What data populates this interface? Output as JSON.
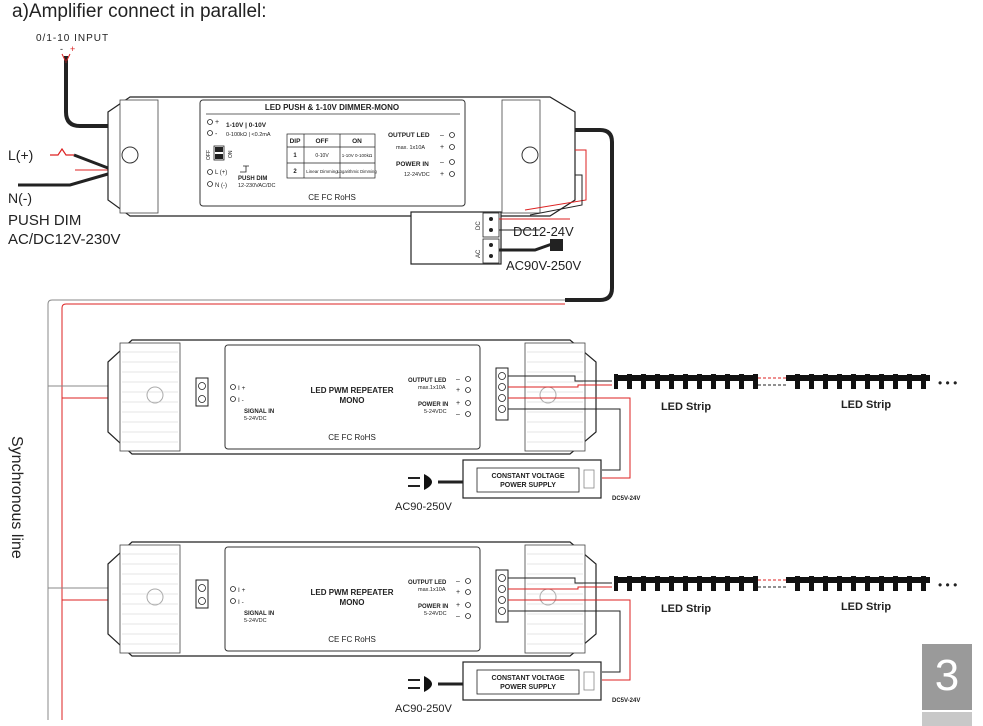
{
  "heading": "a)Amplifier connect in parallel:",
  "input_label": "0/1-10 INPUT",
  "input_minus": "-",
  "input_plus": "+",
  "mains_l": "L(+)",
  "mains_n": "N(-)",
  "push_dim_title": "PUSH DIM",
  "push_dim_voltage": "AC/DC12V-230V",
  "dimmer": {
    "title": "LED PUSH & 1-10V DIMMER-MONO",
    "in_plus": "+",
    "in_minus": "-",
    "in_range": "1-10V | 0-10V",
    "in_spec": "0-100kΩ | <0.2mA",
    "dip_on": "ON",
    "dip_off": "OFF",
    "table_headers": [
      "DIP",
      "OFF",
      "ON"
    ],
    "row1": [
      "1",
      "0-10V",
      "1-10V 0-100kΩ"
    ],
    "row2": [
      "2",
      "Linear Dimming",
      "Logarithmic Dimming"
    ],
    "l_label": "L (+)",
    "n_label": "N (-)",
    "push_dim": "PUSH DIM",
    "push_range": "12-230VAC/DC",
    "output_label": "OUTPUT LED",
    "output_max": "max. 1x10A",
    "power_in_label": "POWER IN",
    "power_in_range": "12-24VDC",
    "marks": "CE FC RoHS"
  },
  "psu_top": {
    "dc_label": "DC",
    "ac_label": "AC",
    "dc_voltage": "DC12-24V",
    "ac_voltage": "AC90V-250V"
  },
  "sync_label": "Synchronous line",
  "repeaters": [
    {
      "title_line1": "LED PWM REPEATER",
      "title_line2": "MONO",
      "sig_plus": "I +",
      "sig_minus": "I -",
      "signal_in": "SIGNAL IN",
      "signal_range": "5-24VDC",
      "output_label": "OUTPUT LED",
      "output_max": "max.1x10A",
      "power_in_label": "POWER IN",
      "power_in_range": "5-24VDC",
      "marks": "CE FC RoHS",
      "strip1": "LED Strip",
      "strip2": "LED Strip",
      "dots": "• • •",
      "psu_line1": "CONSTANT VOLTAGE",
      "psu_line2": "POWER SUPPLY",
      "ac_label": "AC90-250V",
      "dc_label": "DC5V-24V"
    },
    {
      "title_line1": "LED PWM REPEATER",
      "title_line2": "MONO",
      "sig_plus": "I +",
      "sig_minus": "I -",
      "signal_in": "SIGNAL IN",
      "signal_range": "5-24VDC",
      "output_label": "OUTPUT LED",
      "output_max": "max.1x10A",
      "power_in_label": "POWER IN",
      "power_in_range": "5-24VDC",
      "marks": "CE FC RoHS",
      "strip1": "LED Strip",
      "strip2": "LED Strip",
      "dots": "• • •",
      "psu_line1": "CONSTANT VOLTAGE",
      "psu_line2": "POWER SUPPLY",
      "ac_label": "AC90-250V",
      "dc_label": "DC5V-24V"
    }
  ],
  "page_number": "3"
}
